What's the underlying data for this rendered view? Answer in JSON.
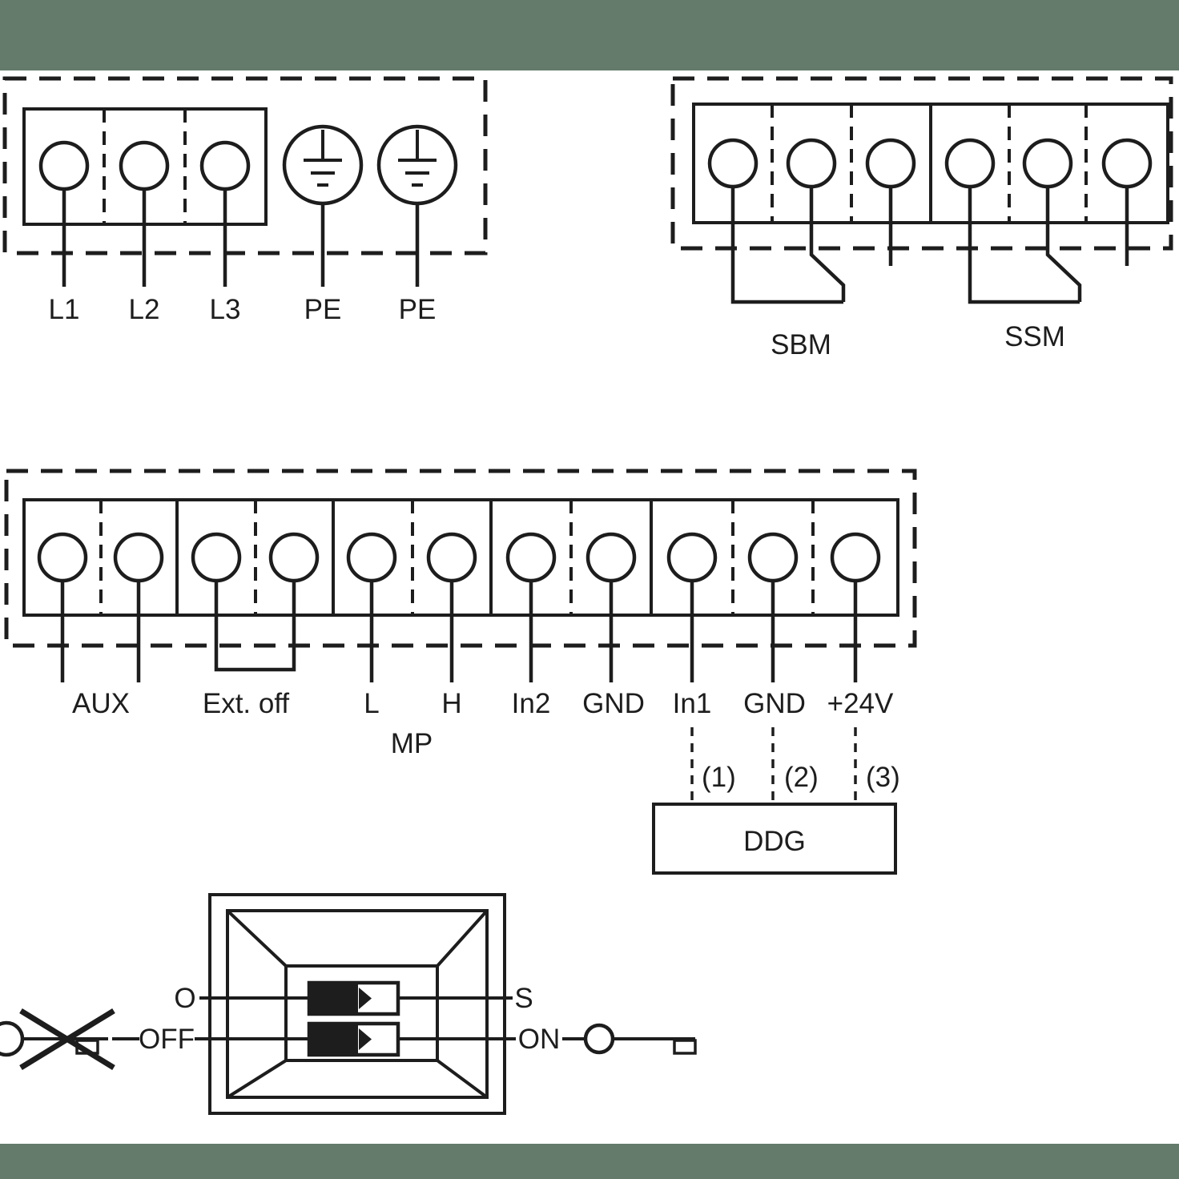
{
  "colors": {
    "ink": "#1d1d1d",
    "canvas": "#ffffff",
    "matte": "#647b6b"
  },
  "power_block": {
    "terminals": {
      "t1": "L1",
      "t2": "L2",
      "t3": "L3"
    },
    "earth": {
      "pe1": "PE",
      "pe2": "PE"
    }
  },
  "relay_block": {
    "sbm": "SBM",
    "ssm": "SSM"
  },
  "control_block": {
    "aux": "AUX",
    "ext_off": "Ext. off",
    "l": "L",
    "h": "H",
    "in2": "In2",
    "gnd_a": "GND",
    "in1": "In1",
    "gnd_b": "GND",
    "plus24v": "+24V",
    "mp": "MP"
  },
  "ddg": {
    "label": "DDG",
    "pin1": "(1)",
    "pin2": "(2)",
    "pin3": "(3)"
  },
  "dip_switch": {
    "o": "O",
    "off": "OFF",
    "s": "S",
    "on": "ON"
  }
}
